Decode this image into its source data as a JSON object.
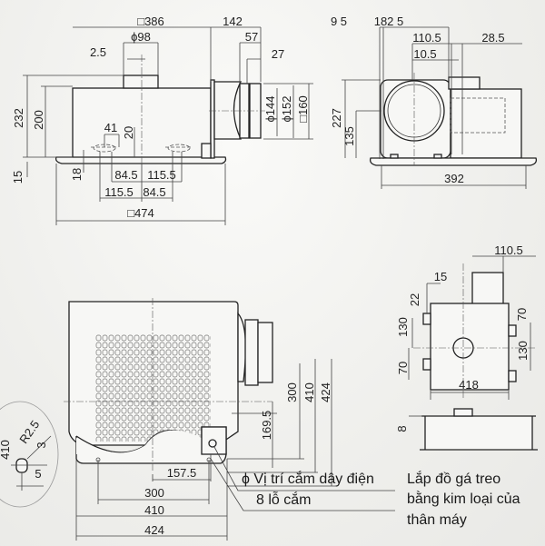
{
  "top_left_view": {
    "dims": [
      "□386",
      "142",
      "ϕ98",
      "57",
      "2.5",
      "27",
      "232",
      "200",
      "41",
      "20",
      "ϕ144",
      "ϕ152",
      "□160",
      "15",
      "18",
      "84.5",
      "115.5",
      "115.5",
      "84.5",
      "□474"
    ]
  },
  "top_right_view": {
    "dims": [
      "9 5",
      "182 5",
      "110.5",
      "28.5",
      "10.5",
      "227",
      "135",
      "392"
    ]
  },
  "bottom_left_view": {
    "dims": [
      "300",
      "410",
      "424",
      "169.5",
      "157.5",
      "300",
      "410",
      "424"
    ],
    "detail_dims": [
      "410",
      "R2.5",
      "3",
      "5"
    ],
    "notes": [
      "ϕ Vị trí cắm dây điện",
      "8 lỗ cắm"
    ]
  },
  "bottom_right_view": {
    "dims": [
      "110.5",
      "15",
      "22",
      "130",
      "70",
      "130",
      "70",
      "418",
      "8"
    ],
    "caption": [
      "Lắp đồ gá treo",
      "bằng kim loại của",
      "thân máy"
    ]
  }
}
